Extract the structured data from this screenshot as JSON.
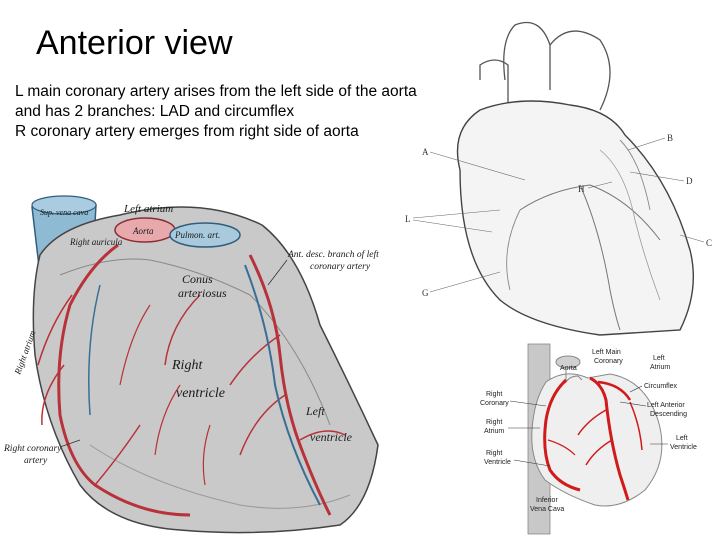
{
  "slide": {
    "title": "Anterior view",
    "bullets": [
      "L main coronary artery arises from the left side of the aorta",
      "and has 2 branches: LAD and circumflex",
      "R coronary artery emerges from right side of aorta"
    ]
  },
  "figure_main": {
    "labels": {
      "left_atrium": "Left atrium",
      "aorta": "Aorta",
      "pulmon_art": "Pulmon. art.",
      "superior_vena_cava": "Sup. vena cava",
      "right_auricula": "Right auricula",
      "right_atrium": "Right atrium",
      "conus_arteriosus_1": "Conus",
      "conus_arteriosus_2": "arteriosus",
      "right_ventricle_1": "Right",
      "right_ventricle_2": "ventricle",
      "left_ventricle_1": "Left",
      "left_ventricle_2": "ventricle",
      "lad_1": "Ant. desc. branch of left",
      "lad_2": "coronary artery",
      "rca_1": "Right coronary",
      "rca_2": "artery"
    }
  },
  "figure_sketch": {
    "letters": [
      "A",
      "B",
      "D",
      "H",
      "L",
      "C",
      "G"
    ]
  },
  "figure_schematic": {
    "labels": {
      "aorta": "Aorta",
      "left_main_1": "Left Main",
      "left_main_2": "Coronary",
      "left_atrium_1": "Left",
      "left_atrium_2": "Atrium",
      "circumflex": "Circumflex",
      "lad_1": "Left Anterior",
      "lad_2": "Descending",
      "left_ventricle_1": "Left",
      "left_ventricle_2": "Ventricle",
      "rca_1": "Right",
      "rca_2": "Coronary",
      "right_atrium_1": "Right",
      "right_atrium_2": "Atrium",
      "right_ventricle_1": "Right",
      "right_ventricle_2": "Ventricle",
      "ivc_1": "Inferior",
      "ivc_2": "Vena Cava"
    }
  }
}
